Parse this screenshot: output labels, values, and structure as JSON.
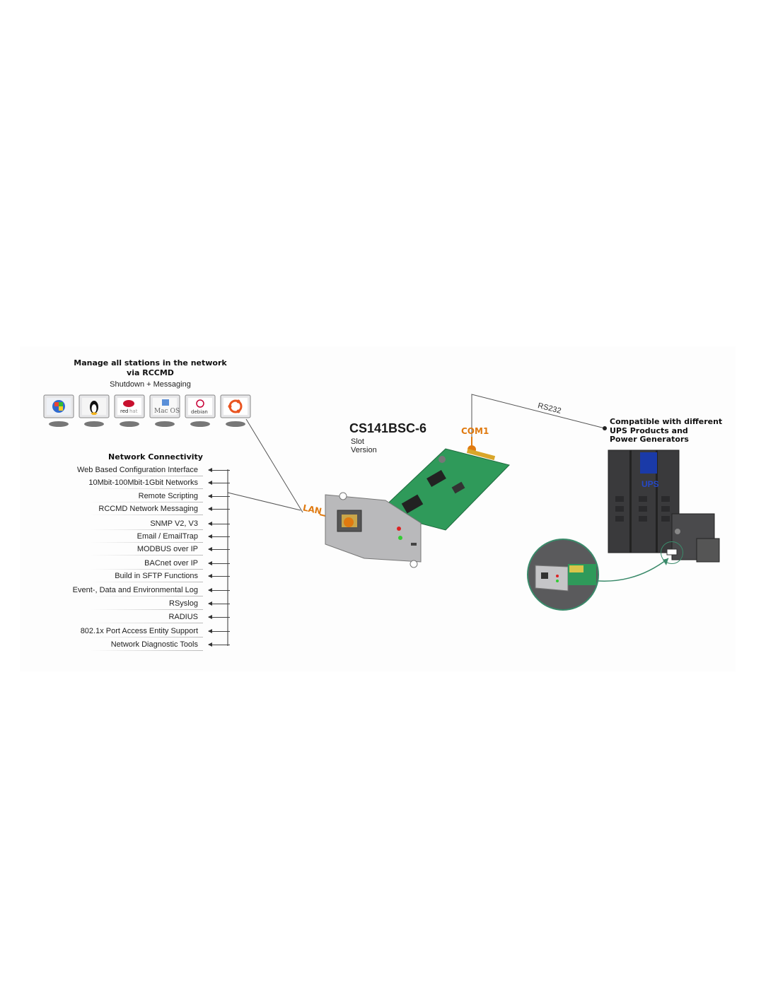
{
  "network_manage": {
    "title_line1": "Manage all stations in the network",
    "title_line2": "via RCCMD",
    "subtitle": "Shutdown + Messaging",
    "os_icons": [
      {
        "icon": "windows-icon",
        "label": ""
      },
      {
        "icon": "linux-tux-icon",
        "label": ""
      },
      {
        "icon": "redhat-icon",
        "label": "redhat"
      },
      {
        "icon": "macos-icon",
        "label": "Mac OS"
      },
      {
        "icon": "debian-icon",
        "label": "debian"
      },
      {
        "icon": "ubuntu-icon",
        "label": ""
      }
    ]
  },
  "connectivity": {
    "title": "Network Connectivity",
    "features": [
      "Web Based Configuration Interface",
      "10Mbit-100Mbit-1Gbit Networks",
      "Remote Scripting",
      "RCCMD Network Messaging",
      "SNMP V2, V3",
      "Email / EmailTrap",
      "MODBUS over IP",
      "BACnet over IP",
      "Build in SFTP Functions",
      "Event-, Data and Environmental Log",
      "RSyslog",
      "RADIUS",
      "802.1x Port Access Entity Support",
      "Network Diagnostic Tools"
    ]
  },
  "product": {
    "name": "CS141BSC-6",
    "variant_line1": "Slot",
    "variant_line2": "Version",
    "lan_label": "LAN",
    "com_label": "COM1",
    "rs232_label": "RS232"
  },
  "compatibility": {
    "line1": "Compatible with different",
    "line2": "UPS Products and",
    "line3": "Power Generators",
    "ups_label": "UPS"
  },
  "colors": {
    "accent_orange": "#e07a10",
    "pcb_green": "#2f9a5a",
    "ups_dark": "#3a3a3c",
    "ups_blue": "#1a3aa8"
  }
}
